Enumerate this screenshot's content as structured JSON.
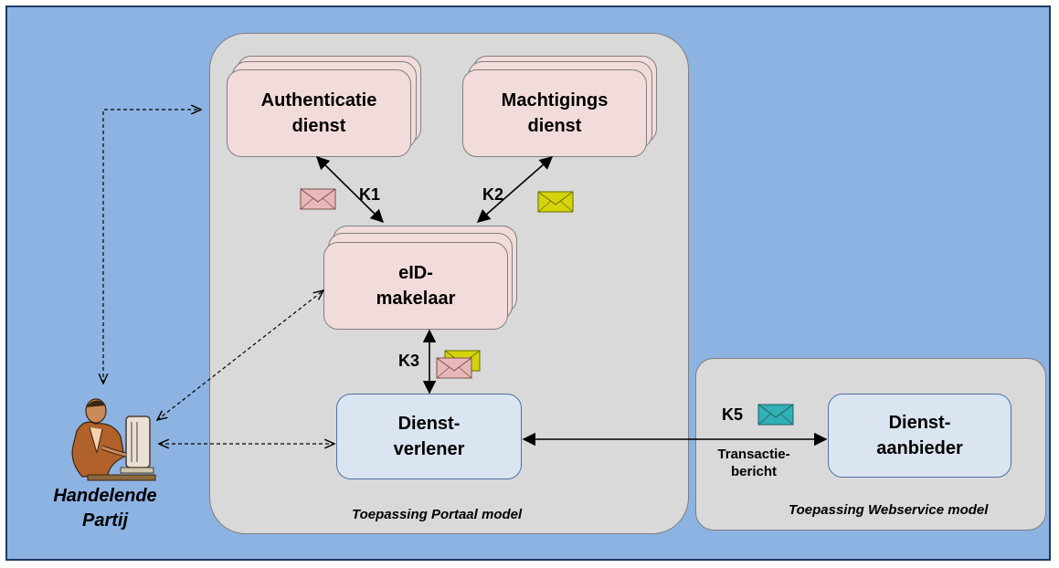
{
  "nodes": {
    "authenticatie": {
      "line1": "Authenticatie",
      "line2": "dienst"
    },
    "machtigings": {
      "line1": "Machtigings",
      "line2": "dienst"
    },
    "eid": {
      "line1": "eID-",
      "line2": "makelaar"
    },
    "dienstverlener": {
      "line1": "Dienst-",
      "line2": "verlener"
    },
    "dienstaanbieder": {
      "line1": "Dienst-",
      "line2": "aanbieder"
    }
  },
  "links": {
    "k1": "K1",
    "k2": "K2",
    "k3": "K3",
    "k5": "K5",
    "transactie_line1": "Transactie-",
    "transactie_line2": "bericht"
  },
  "panels": {
    "portaal": "Toepassing Portaal model",
    "webservice": "Toepassing Webservice model"
  },
  "actor": {
    "line1": "Handelende",
    "line2": "Partij"
  },
  "colors": {
    "background": "#8db3e2",
    "panel": "#d9d9d9",
    "pink_box": "#f2dcdb",
    "blue_box": "#dbe5f1",
    "envelope_pink": "#e6b8b7",
    "envelope_yellow": "#d4d40a",
    "envelope_teal": "#31b0b5"
  }
}
